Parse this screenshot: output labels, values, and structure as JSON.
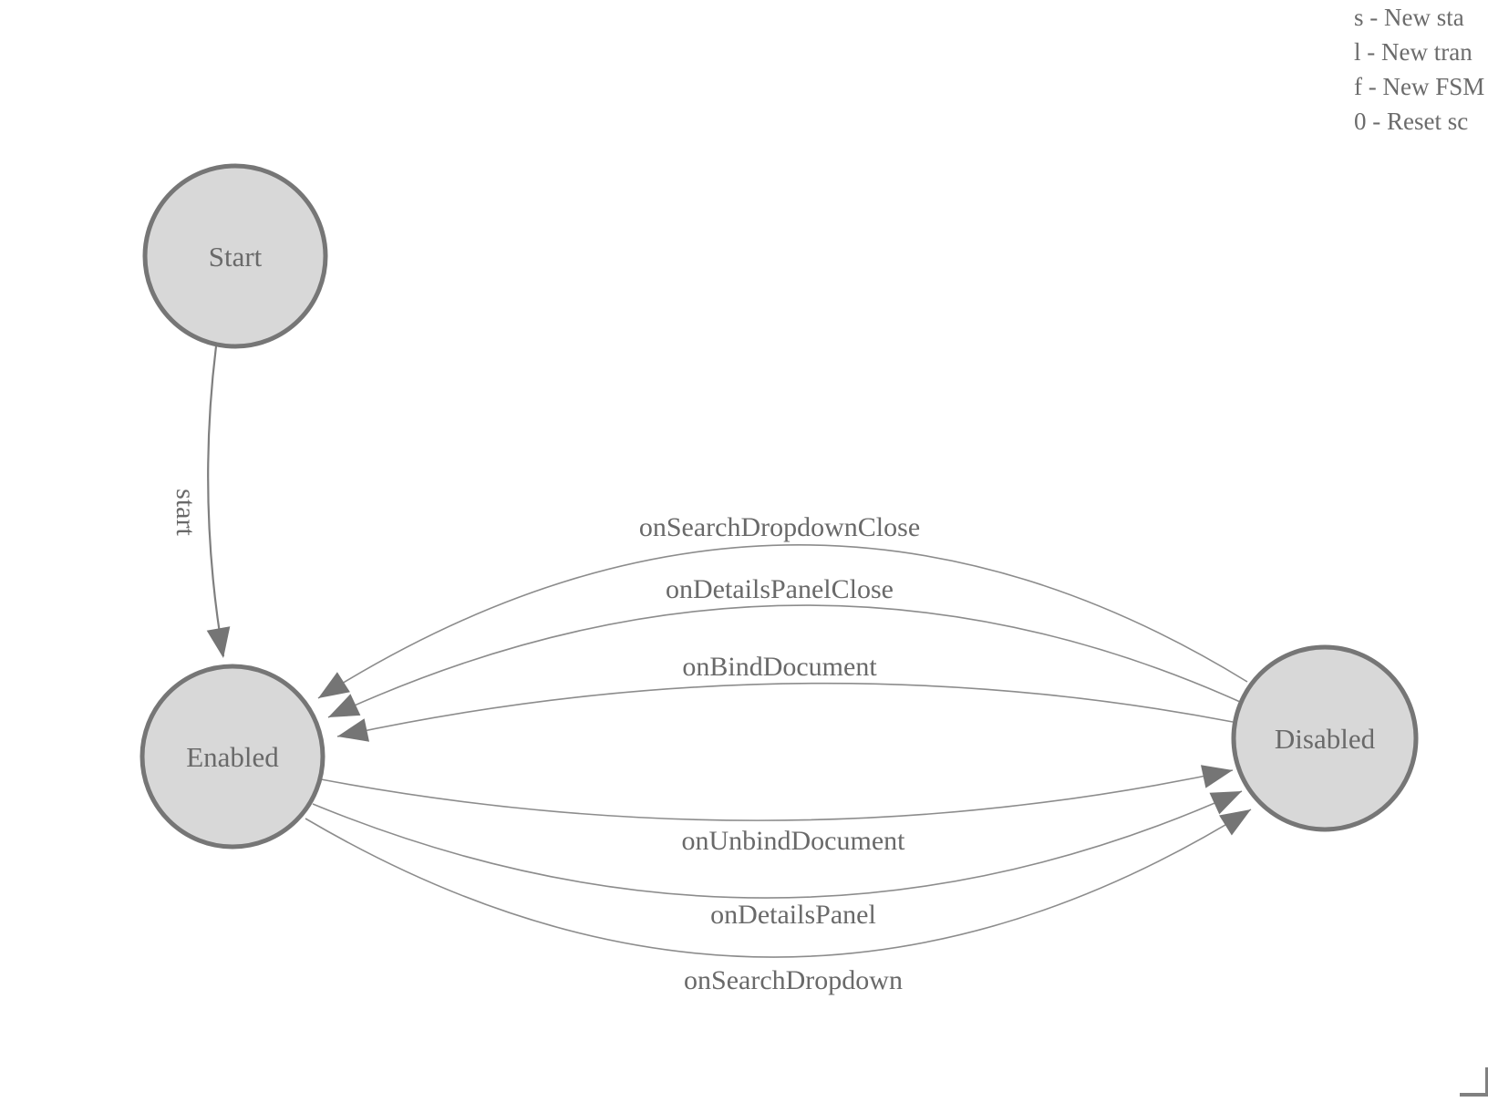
{
  "diagram": {
    "states": [
      {
        "id": "start",
        "label": "Start"
      },
      {
        "id": "enabled",
        "label": "Enabled"
      },
      {
        "id": "disabled",
        "label": "Disabled"
      }
    ],
    "transitions": [
      {
        "label": "start",
        "from": "Start",
        "to": "Enabled"
      },
      {
        "label": "onSearchDropdownClose",
        "from": "Disabled",
        "to": "Enabled"
      },
      {
        "label": "onDetailsPanelClose",
        "from": "Disabled",
        "to": "Enabled"
      },
      {
        "label": "onBindDocument",
        "from": "Disabled",
        "to": "Enabled"
      },
      {
        "label": "onUnbindDocument",
        "from": "Enabled",
        "to": "Disabled"
      },
      {
        "label": "onDetailsPanel",
        "from": "Enabled",
        "to": "Disabled"
      },
      {
        "label": "onSearchDropdown",
        "from": "Enabled",
        "to": "Disabled"
      }
    ]
  },
  "legend": {
    "lines": [
      "s - New sta",
      "l - New tran",
      "f - New FSM",
      "0 - Reset sc"
    ]
  },
  "colors": {
    "state_fill": "#d8d8d8",
    "state_stroke": "#767676",
    "edge": "#8c8c8c",
    "arrowhead": "#757575",
    "label_text": "#696969",
    "legend_text": "#6b6b6b"
  }
}
